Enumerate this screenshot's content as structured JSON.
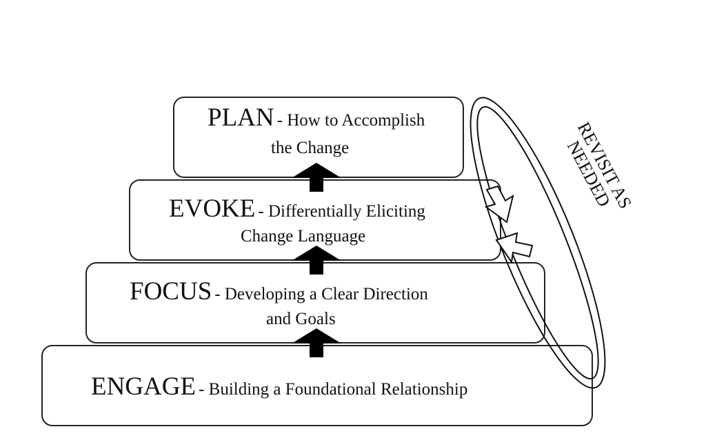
{
  "steps": [
    {
      "title": "PLAN",
      "desc_line1": "- How to Accomplish",
      "desc_line2": "the Change"
    },
    {
      "title": "EVOKE",
      "desc_line1": "- Differentially Eliciting",
      "desc_line2": "Change  Language"
    },
    {
      "title": "FOCUS",
      "desc_line1": "- Developing a Clear Direction",
      "desc_line2": "and Goals"
    },
    {
      "title": "ENGAGE",
      "desc_line1": "- Building a Foundational Relationship"
    }
  ],
  "side_label": {
    "line1": "REVISIT AS",
    "line2": "NEEDED"
  }
}
